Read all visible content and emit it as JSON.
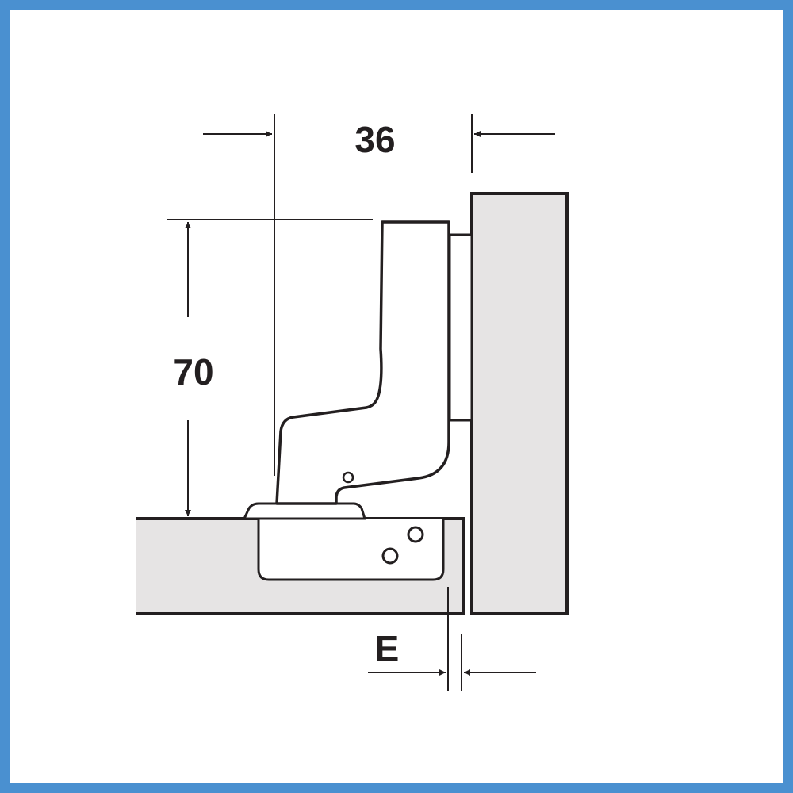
{
  "dimensions": {
    "width_label": "36",
    "height_label": "70",
    "overlay_label": "E"
  },
  "colors": {
    "frame": "#4a90d0",
    "panel_fill": "#e6e4e4",
    "line": "#231f20",
    "background": "#ffffff"
  }
}
